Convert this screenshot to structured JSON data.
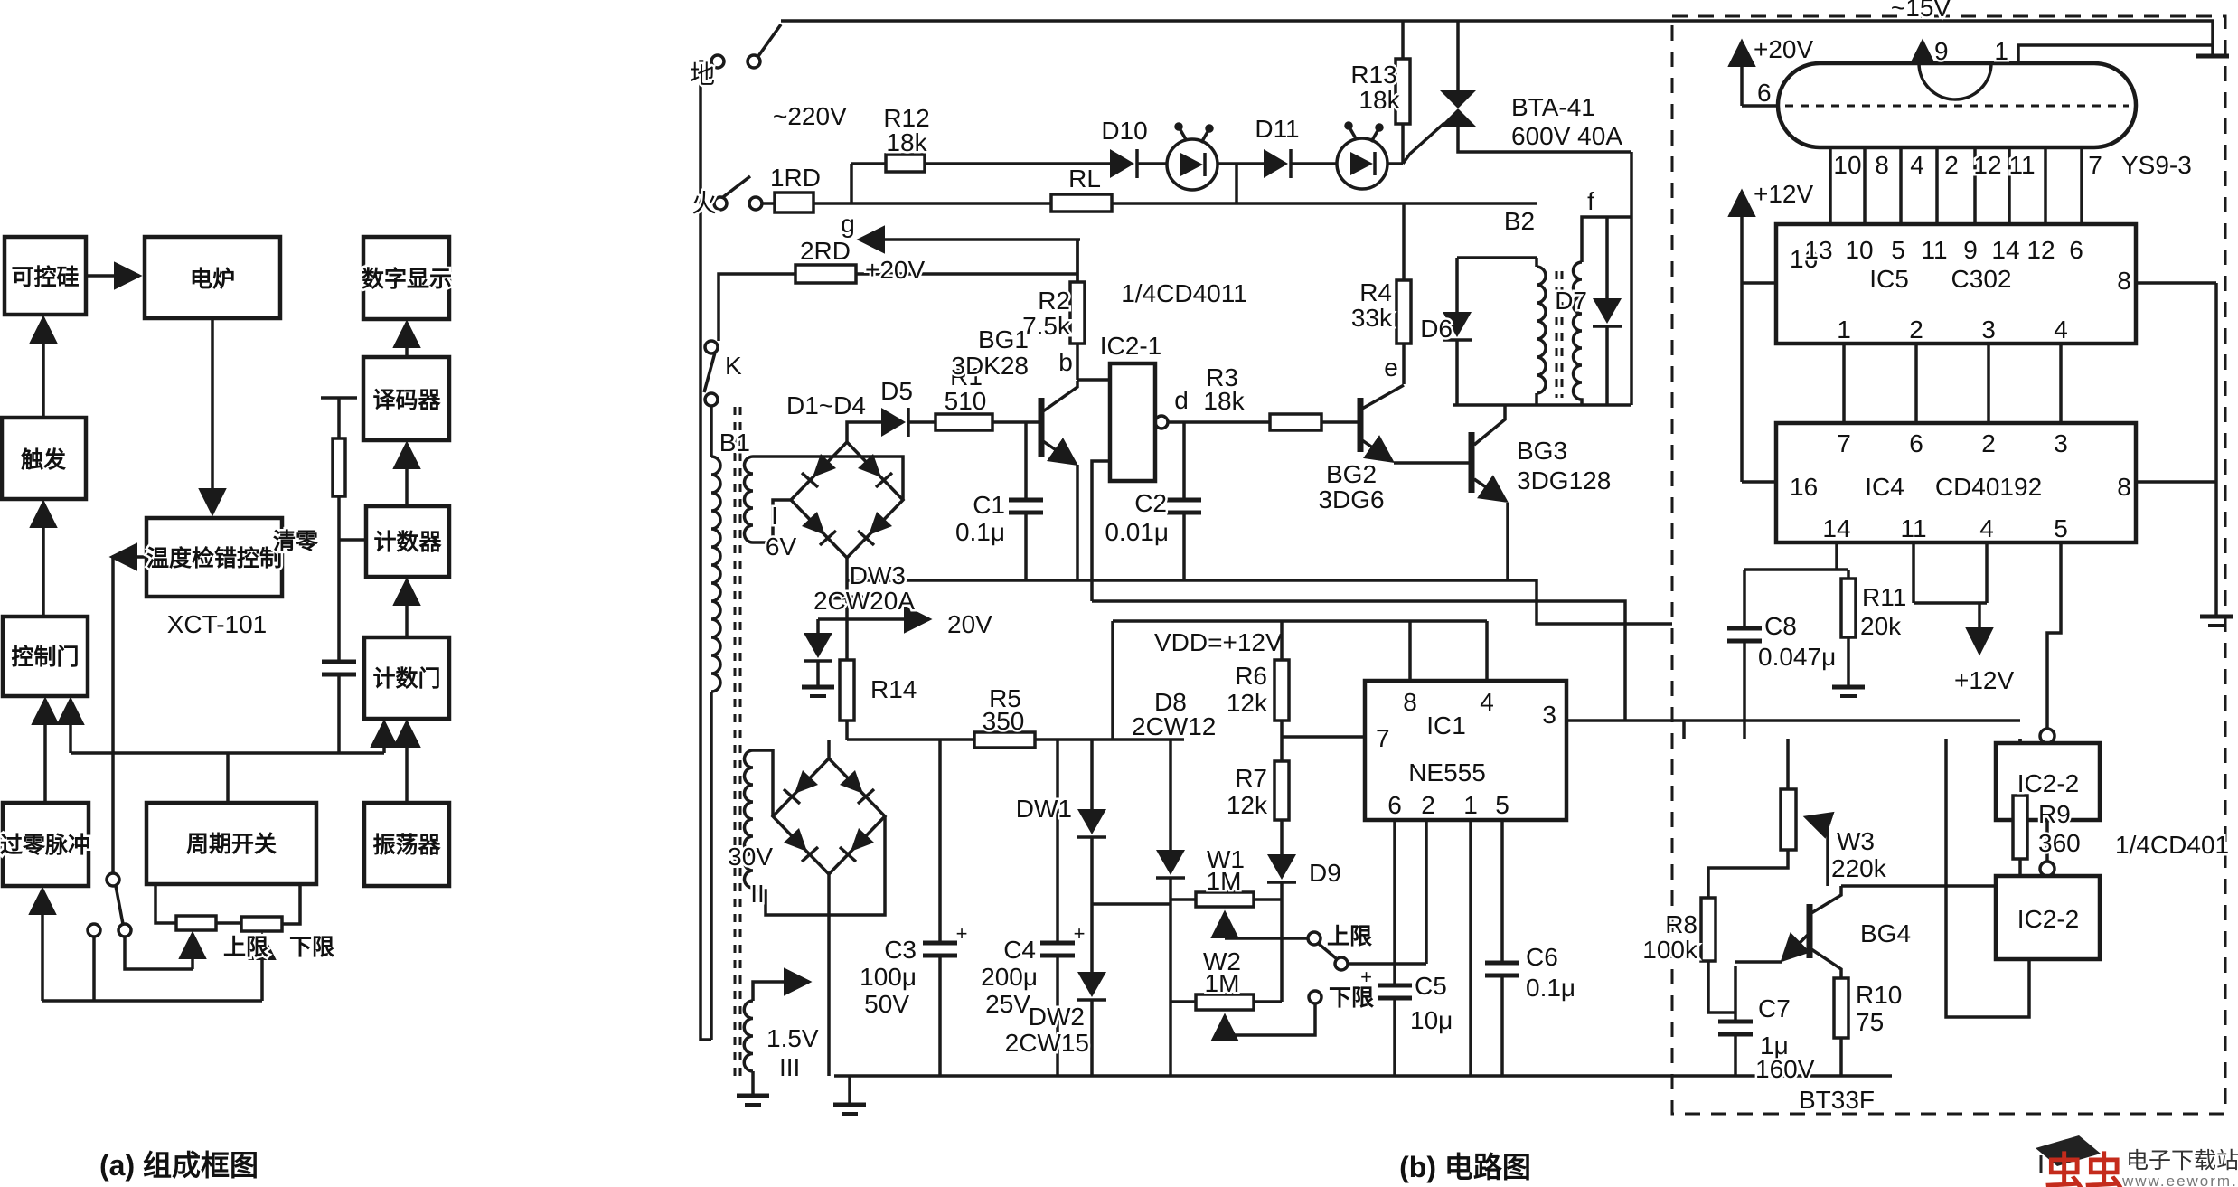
{
  "captions": {
    "a": "(a) 组成框图",
    "b": "(b) 电路图"
  },
  "watermark": {
    "brand": "虫虫",
    "site": "电子下载站",
    "url": "www.eeworm.com"
  },
  "colors": {
    "ink": "#1a1a1a",
    "brand_red": "#c42b1c",
    "paper": "#ffffff"
  },
  "blocks": {
    "scr": "可控硅",
    "furnace": "电炉",
    "display": "数字显示",
    "decoder": "译码器",
    "trigger": "触发",
    "temp_ctrl": "温度检错控制",
    "temp_model": "XCT-101",
    "counter": "计数器",
    "clear": "清零",
    "ctrl_gate": "控制门",
    "count_gate": "计数门",
    "zero_pulse": "过零脉冲",
    "period_switch": "周期开关",
    "oscillator": "振荡器",
    "upper": "上限",
    "lower": "下限"
  },
  "nets": {
    "earth": "地",
    "mains": "~220V",
    "live": "火",
    "k": "K",
    "g": "g",
    "b": "b",
    "d": "d",
    "e": "e",
    "f": "f",
    "plus20": "+20V",
    "v20": "20V",
    "vdd": "VDD=+12V",
    "plus12": "+12V",
    "ac15": "~15V",
    "upper": "上限",
    "lower": "下限",
    "plus": "+"
  },
  "parts": {
    "r1": {
      "n": "R1",
      "v": "510"
    },
    "r2": {
      "n": "R2",
      "v": "7.5k"
    },
    "r3": {
      "n": "R3",
      "v": "18k"
    },
    "r4": {
      "n": "R4",
      "v": "33k"
    },
    "r5": {
      "n": "R5",
      "v": "350"
    },
    "r6": {
      "n": "R6",
      "v": "12k"
    },
    "r7": {
      "n": "R7",
      "v": "12k"
    },
    "r8": {
      "n": "R8",
      "v": "100k"
    },
    "r9": {
      "n": "R9",
      "v": "360"
    },
    "r10": {
      "n": "R10",
      "v": "75"
    },
    "r11": {
      "n": "R11",
      "v": "20k"
    },
    "r12": {
      "n": "R12",
      "v": "18k"
    },
    "r13": {
      "n": "R13",
      "v": "18k"
    },
    "r14": {
      "n": "R14"
    },
    "rl": {
      "n": "RL"
    },
    "w1": {
      "n": "W1",
      "v": "1M"
    },
    "w2": {
      "n": "W2",
      "v": "1M"
    },
    "w3": {
      "n": "W3",
      "v": "220k"
    },
    "c1": {
      "n": "C1",
      "v": "0.1μ"
    },
    "c2": {
      "n": "C2",
      "v": "0.01μ"
    },
    "c3": {
      "n": "C3",
      "v": "100μ",
      "u": "50V"
    },
    "c4": {
      "n": "C4",
      "v": "200μ",
      "u": "25V"
    },
    "c5": {
      "n": "C5",
      "v": "10μ"
    },
    "c6": {
      "n": "C6",
      "v": "0.1μ"
    },
    "c7": {
      "n": "C7",
      "v": "1μ",
      "u": "160V"
    },
    "c8": {
      "n": "C8",
      "v": "0.047μ"
    },
    "d5": {
      "n": "D5"
    },
    "d6": {
      "n": "D6"
    },
    "d7": {
      "n": "D7"
    },
    "d8": {
      "n": "D8",
      "v": "2CW12"
    },
    "d9": {
      "n": "D9"
    },
    "d10": {
      "n": "D10"
    },
    "d11": {
      "n": "D11"
    },
    "d1_4": {
      "n": "D1~D4"
    },
    "dw1": {
      "n": "DW1"
    },
    "dw2": {
      "n": "DW2",
      "v": "2CW15"
    },
    "dw3": {
      "n": "DW3",
      "v": "2CW20A"
    },
    "bg1": {
      "n": "BG1",
      "v": "3DK28"
    },
    "bg2": {
      "n": "BG2",
      "v": "3DG6"
    },
    "bg3": {
      "n": "BG3",
      "v": "3DG128"
    },
    "bg4": {
      "n": "BG4"
    },
    "bt33": {
      "n": "BT33F"
    },
    "bta": {
      "n": "BTA-41",
      "v": "600V 40A"
    },
    "fuse1": {
      "n": "1RD"
    },
    "fuse2": {
      "n": "2RD"
    },
    "b1": {
      "n": "B1",
      "w1": "I",
      "v1": "6V",
      "w2": "II",
      "v2": "30V",
      "w3": "III",
      "v3": "1.5V"
    },
    "b2": {
      "n": "B2"
    },
    "ic1": {
      "n": "IC1",
      "t": "NE555"
    },
    "ic2_1": {
      "n": "IC2-1"
    },
    "ic2_2": {
      "n": "IC2-2"
    },
    "cd4011": {
      "n": "1/4CD4011"
    },
    "cd401": {
      "n": "1/4CD401"
    },
    "ic4": {
      "n": "IC4",
      "t": "CD40192"
    },
    "ic5": {
      "n": "IC5",
      "t": "C302"
    },
    "tube": {
      "n": "YS9-3"
    }
  },
  "pins": {
    "tube_top": [
      "9",
      "1"
    ],
    "tube_left": "6",
    "tube_bottom": [
      "10",
      "8",
      "4",
      "2",
      "12",
      "11",
      "7"
    ],
    "ic5_left": "16",
    "ic5_right": "8",
    "ic5_top": [
      "13",
      "10",
      "5",
      "11",
      "9",
      "14",
      "12",
      "6"
    ],
    "ic5_bottom": [
      "1",
      "2",
      "3",
      "4"
    ],
    "ic4_left": "16",
    "ic4_right": "8",
    "ic4_top": [
      "7",
      "6",
      "2",
      "3"
    ],
    "ic4_bottom": [
      "14",
      "11",
      "4",
      "5"
    ],
    "ne555_left": "7",
    "ne555_right": "3",
    "ne555_top": [
      "8",
      "4"
    ],
    "ne555_bottom": [
      "6",
      "2",
      "1",
      "5"
    ]
  }
}
